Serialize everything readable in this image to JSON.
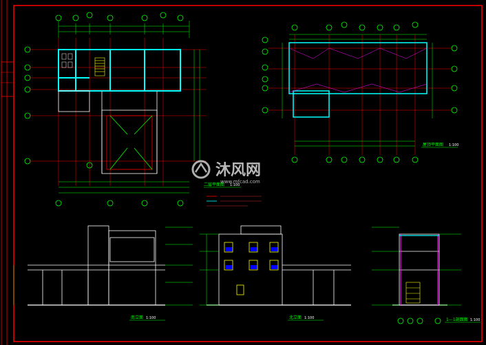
{
  "drawing": {
    "plan_title": "二层平面图",
    "plan_scale": "1:100",
    "roof_title": "屋顶平面图",
    "roof_scale": "1:100",
    "elev_south_title": "南立面",
    "elev_south_scale": "1:100",
    "elev_north_title": "北立面",
    "elev_north_scale": "1:100",
    "section_title": "1—1剖面图",
    "section_scale": "1:100"
  },
  "watermark": {
    "logo_text": "沐风网",
    "url": "www.mfcad.com"
  },
  "colors": {
    "background": "#000000",
    "frame": "#ff0000",
    "axis": "#ff0000",
    "wall": "#00ffff",
    "dimension": "#00ff00",
    "outline": "#ffffff",
    "text": "#ffff00"
  }
}
